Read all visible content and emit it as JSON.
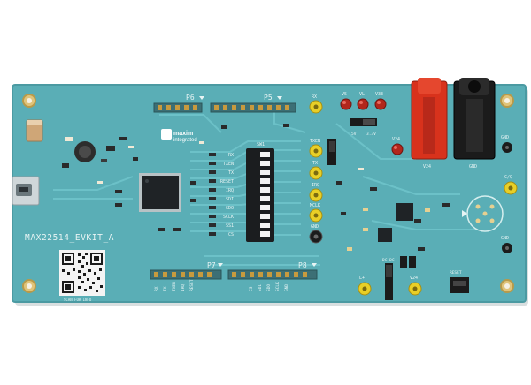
{
  "board": {
    "model_label": "MAX22514_EVKIT_A",
    "brand_line1": "maxim",
    "brand_line2": "integrated",
    "colors": {
      "pcb": "#5aaeb6",
      "pcb_edge": "#4b9aa2",
      "silk": "#e7f4f4",
      "trace": "#68bcc3",
      "header_pin": "#c79a3e",
      "testpoint_yellow": "#e8cf27",
      "terminal_red": "#d8321c",
      "terminal_black": "#1b1b1b",
      "chip": "#1f2326",
      "led_red": "#b2261c"
    }
  },
  "headers": {
    "p6": "P6",
    "p5": "P5",
    "p7": "P7",
    "p8": "P8",
    "p7_pins": [
      "RX",
      "TX",
      "TXEN",
      "IRQ",
      "RESET"
    ],
    "p8_pins": [
      "CS",
      "SDI",
      "SDO",
      "SCLK",
      "GND"
    ]
  },
  "switch": {
    "label": "SW1",
    "rows": [
      "RX",
      "TXEN",
      "TX",
      "RESET",
      "IRQ",
      "SDI",
      "SDO",
      "SCLK",
      "SS1",
      "CS"
    ]
  },
  "testpoints": {
    "column": [
      "RX",
      "TXEN",
      "TX",
      "IRQ",
      "MCLK",
      "GND"
    ],
    "top": [
      "V5",
      "VL",
      "V33"
    ],
    "vcc": "V24",
    "right_top": "GND",
    "cq": "C/Q",
    "right_bottom": "GND",
    "l_plus": "L+",
    "cq_bottom": "V24"
  },
  "terminals": {
    "red": "V24",
    "black": "GND"
  },
  "jumper_labels": {
    "supply_select": "3.3V",
    "supply_alt": "5V",
    "dc_dc": "DC-DC",
    "reset": "RESET"
  },
  "qr": {
    "caption": "SCAN FOR INFO"
  }
}
